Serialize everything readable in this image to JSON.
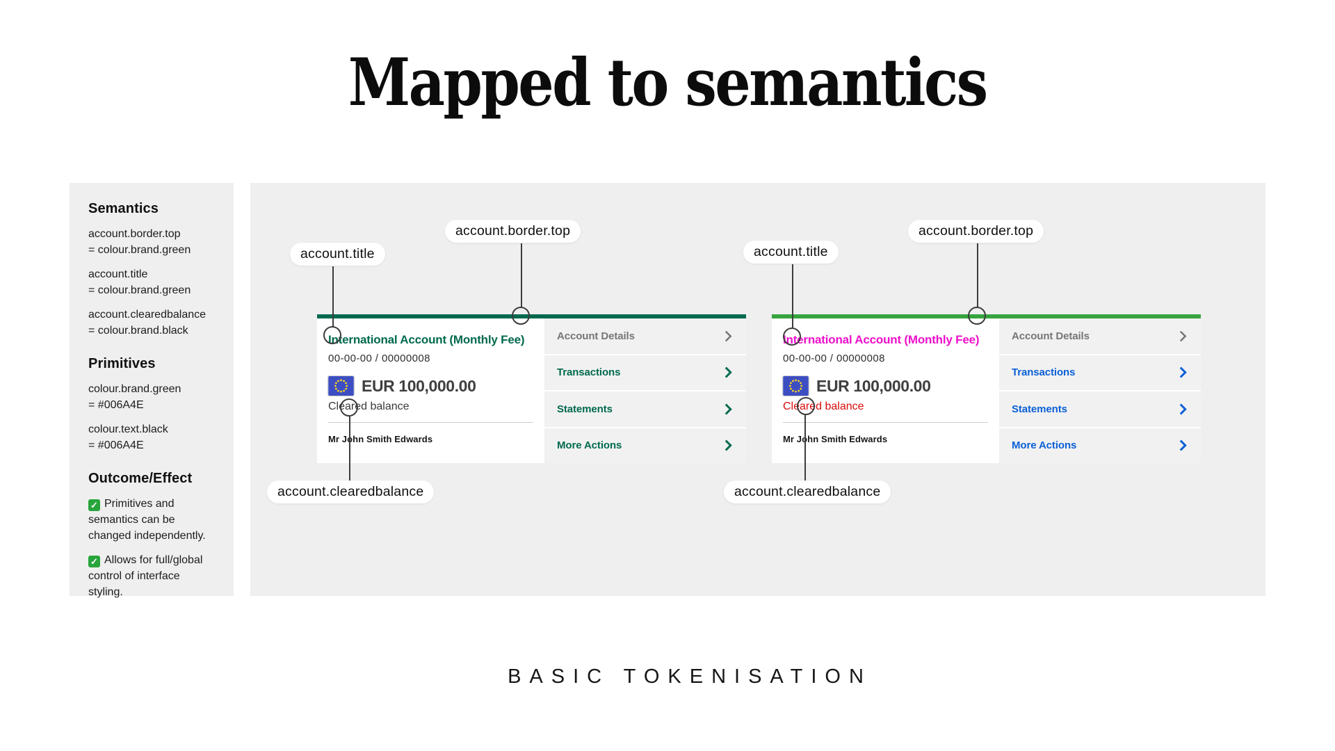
{
  "slide": {
    "title": "Mapped to semantics",
    "caption": "BASIC TOKENISATION"
  },
  "colors": {
    "brand_green": "#006A4E",
    "bright_green": "#36A43E",
    "magenta": "#EE10CC",
    "link_blue": "#0A5FD6",
    "alert_red": "#DB0B0B",
    "panel_bg": "#EFEFEF"
  },
  "icons": {
    "check_glyph": "✓"
  },
  "sidebar": {
    "semantics_heading": "Semantics",
    "semantics_items": [
      {
        "name": "account.border.top",
        "value": "= colour.brand.green"
      },
      {
        "name": "account.title",
        "value": "= colour.brand.green"
      },
      {
        "name": "account.clearedbalance",
        "value": "= colour.brand.black"
      }
    ],
    "primitives_heading": "Primitives",
    "primitives_items": [
      {
        "name": "colour.brand.green",
        "value": "= #006A4E"
      },
      {
        "name": "colour.text.black",
        "value": "= #006A4E"
      }
    ],
    "outcome_heading": "Outcome/Effect",
    "outcome_items": [
      {
        "text": "Primitives and semantics can be changed independently."
      },
      {
        "text": "Allows for full/global control of interface styling."
      }
    ]
  },
  "annotations": {
    "title_label": "account.title",
    "border_label": "account.border.top",
    "cleared_label": "account.clearedbalance"
  },
  "cards": [
    {
      "title": "International Account (Monthly Fee)",
      "account_number": "00-00-00 / 00000008",
      "amount": "EUR 100,000.00",
      "balance_label": "Cleared balance",
      "holder": "Mr John Smith Edwards",
      "menu": [
        "Account Details",
        "Transactions",
        "Statements",
        "More Actions"
      ]
    },
    {
      "title": "International Account (Monthly Fee)",
      "account_number": "00-00-00 / 00000008",
      "amount": "EUR 100,000.00",
      "balance_label": "Cleared balance",
      "holder": "Mr John Smith Edwards",
      "menu": [
        "Account Details",
        "Transactions",
        "Statements",
        "More Actions"
      ]
    }
  ]
}
